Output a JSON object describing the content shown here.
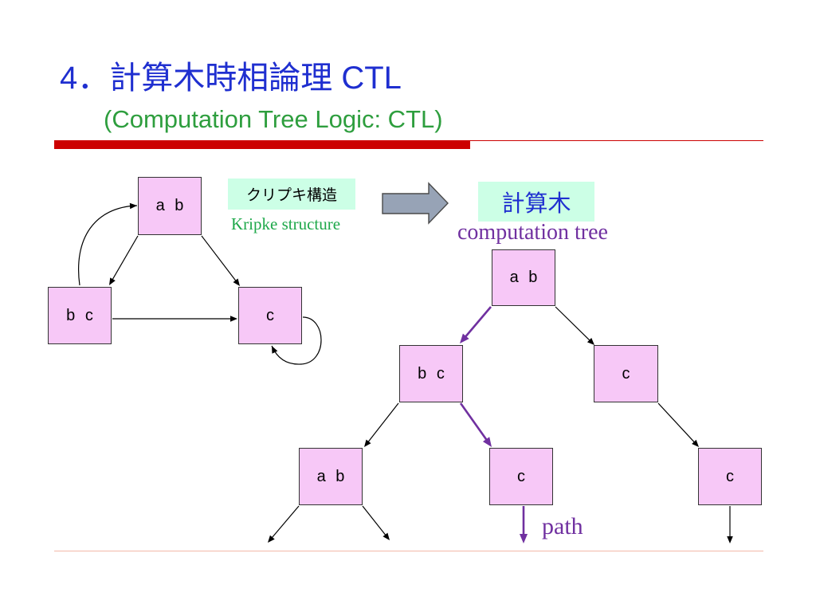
{
  "slide": {
    "title": "4．計算木時相論理 CTL",
    "subtitle": "(Computation Tree Logic: CTL)"
  },
  "kripke_structure": {
    "label_ja": "クリプキ構造",
    "label_en": "Kripke structure",
    "states": [
      "a b",
      "b c",
      "c"
    ]
  },
  "computation_tree": {
    "label_ja": "計算木",
    "label_en": "computation tree",
    "path_label": "path",
    "nodes": [
      "a b",
      "b c",
      "c",
      "a b",
      "c",
      "c"
    ]
  },
  "colors": {
    "title": "#1f2fd0",
    "subtitle": "#2e9e3e",
    "accent": "#cc0000",
    "footer": "#f2b8a8",
    "node-fill": "#f7c8f7",
    "tag-fill": "#ccffe6",
    "kripke-en": "#1ea84a",
    "tree-en": "#7030a0",
    "path": "#7030a0",
    "edge": "#000000",
    "block-arrow": "#97a3b6"
  }
}
